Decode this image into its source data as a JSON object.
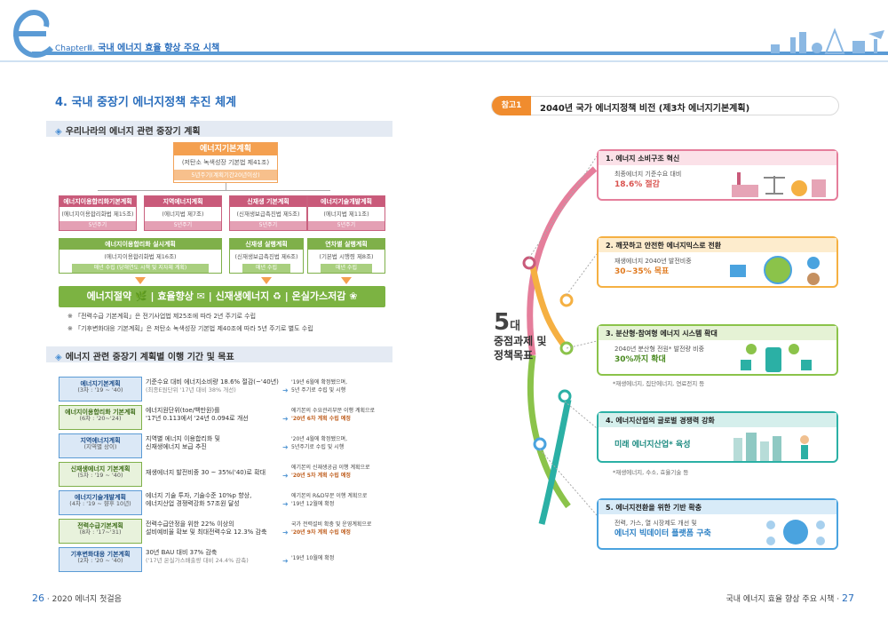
{
  "header": {
    "chapter_num": "ChapterⅢ.",
    "chapter_title": "국내 에너지 효율 향상 주요 시책"
  },
  "left": {
    "section_title": "4. 국내 중장기 에너지정책 추진 체계",
    "sub1": "우리나라의 에너지 관련 중장기 계획",
    "top_plan": {
      "title": "에너지기본계획",
      "law": "(저탄소 녹색성장 기본법 제41조)",
      "cycle": "5년주기(계획기간20년이상)"
    },
    "pink_plans": [
      {
        "title": "에너지이용합리화기본계획",
        "law": "(에너지이용합리화법 제15조)",
        "cycle": "5년주기"
      },
      {
        "title": "지역에너지계획",
        "law": "(에너지법 제7조)",
        "cycle": "5년주기"
      },
      {
        "title": "신재생 기본계획",
        "law": "(신재생보급촉진법 제5조)",
        "cycle": "5년주기"
      },
      {
        "title": "에너지기술개발계획",
        "law": "(에너지법 제11조)",
        "cycle": "5년주기"
      }
    ],
    "green_plans": [
      {
        "title": "에너지이용합리화 실시계획",
        "law": "(에너지이용합리화법 제16조)",
        "cycle": "매년 수립 (당해연도 시책 및 지자체 계획)"
      },
      {
        "title": "신재생 실행계획",
        "law": "(신재생보급촉진법 제6조)",
        "cycle": "매년 수립"
      },
      {
        "title": "연차별 실행계획",
        "law": "(기본법 시행령 제8조)",
        "cycle": "매년 수립"
      }
    ],
    "green_bar": "에너지절약 🌿 | 효율향상 ✉ | 신재생에너지 ♻ | 온실가스저감 ❀",
    "notes": [
      "※ 「전력수급 기본계획」은 전기사업법 제25조에 따라 2년 주기로 수립",
      "※ 「기후변화대응 기본계획」은 저탄소 녹색성장 기본법 제40조에 따라 5년 주기로 별도 수립"
    ],
    "sub2": "에너지 관련 중장기 계획별 이행 기간 및 목표",
    "plans": [
      {
        "name": "에너지기본계획",
        "period": "(3차 : '19 ~ '40)",
        "goal": "기준수요 대비 에너지소비량 18.6% 절감(~'40년)",
        "goal_sub": "(최종E원단위 '17년 대비 38% 개선)",
        "note": "'19년 6월에 확정됐으며,",
        "note2": "5년 주기로 수립 및 시행",
        "note_hl": "",
        "green": false
      },
      {
        "name": "에너지이용합리화 기본계획",
        "period": "(6차 : '20~'24)",
        "goal": "에너지원단위(toe/백만원)를",
        "goal_sub": "'17년 0.113에서 '24년 0.094로 개선",
        "note": "에기본의 수요관리부문 이행 계획으로",
        "note2": "",
        "note_hl": "'20년 6차 계획 수립 예정",
        "green": true
      },
      {
        "name": "지역에너지계획",
        "period": "(지역별 상이)",
        "goal": "지역별 에너지 이용합리화 및",
        "goal_sub": "신재생에너지 보급 추진",
        "note": "'20년 4월에 확정됐으며,",
        "note2": "5년주기로 수립 및 시행",
        "note_hl": "",
        "green": false
      },
      {
        "name": "신재생에너지 기본계획",
        "period": "(5차 : '19 ~ '40)",
        "goal": "재생에너지 발전비중 30 ~ 35%('40)로 확대",
        "goal_sub": "",
        "note": "에기본의 신재생공급 이행 계획으로",
        "note2": "",
        "note_hl": "'20년 5차 계획 수립 예정",
        "green": true
      },
      {
        "name": "에너지기술개발계획",
        "period": "(4차 : '19 ~ 향후 10년)",
        "goal": "에너지 기술 투자, 기술수준 10%p 향상,",
        "goal_sub": "에너지산업 경쟁력강화 57조원 달성",
        "note": "에기본의 R&D부문 이행 계획으로",
        "note2": "'19년 12월에 확정",
        "note_hl": "",
        "green": false
      },
      {
        "name": "전력수급기본계획",
        "period": "(8차 : '17~'31)",
        "goal": "전력수급안정을 위한 22% 이상의",
        "goal_sub": "설비예비율 확보 및 최대전력수요 12.3% 감축",
        "note": "국가 전력설비 확충 및 운영계획으로",
        "note2": "",
        "note_hl": "'20년 9차 계획 수립 예정",
        "green": true
      },
      {
        "name": "기후변화대응 기본계획",
        "period": "(2차 : '20 ~ '40)",
        "goal": "30년 BAU 대비 37% 감축",
        "goal_sub": "('17년 온실가스배출량 대비 24.4% 감축)",
        "note": "'19년 10월에 확정",
        "note2": "",
        "note_hl": "",
        "green": false
      }
    ]
  },
  "right": {
    "ref_badge": "참고1",
    "ref_title": "2040년 국가 에너지정책 비전 (제3차 에너지기본계획)",
    "five_num": "5",
    "five_unit": "대",
    "five_l1": "중점과제 및",
    "five_l2": "정책목표",
    "cards": [
      {
        "title": "1. 에너지 소비구조 혁신",
        "d1": "최종에너지 기준수요 대비",
        "em": "18.6% 절감"
      },
      {
        "title": "2. 깨끗하고 안전한 에너지믹스로 전환",
        "d1": "재생에너지 2040년 발전비중",
        "em": "30~35% 목표"
      },
      {
        "title": "3. 분산형·참여형 에너지 시스템 확대",
        "d1": "2040년 분산형 전원* 발전량 비중",
        "em": "30%까지 확대"
      },
      {
        "title": "4. 에너지산업의 글로벌 경쟁력 강화",
        "d1": "",
        "em": "미래 에너지산업* 육성"
      },
      {
        "title": "5. 에너지전환을 위한 기반 확충",
        "d1": "전력, 가스, 열 시장제도 개선 및",
        "em": "에너지 빅데이터 플랫폼 구축"
      }
    ],
    "card_notes": [
      "*재생에너지, 집단에너지, 연료전지 등",
      "*재생에너지, 수소, 효율기술 등"
    ]
  },
  "footer": {
    "left_page": "26",
    "left_text": "· 2020 에너지 첫걸음",
    "right_text": "국내 에너지 효율 향상 주요 시책 ·",
    "right_page": "27"
  }
}
